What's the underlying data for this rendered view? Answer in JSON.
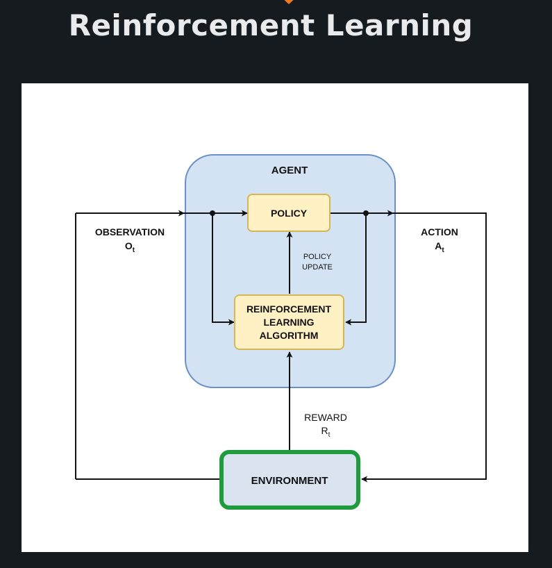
{
  "page": {
    "title": "Reinforcement Learning"
  },
  "diagram": {
    "agent_label": "AGENT",
    "policy_label": "POLICY",
    "algorithm_lines": [
      "REINFORCEMENT",
      "LEARNING",
      "ALGORITHM"
    ],
    "policy_update_lines": [
      "POLICY",
      "UPDATE"
    ],
    "observation": {
      "label": "OBSERVATION",
      "symbol": "O",
      "subscript": "t"
    },
    "action": {
      "label": "ACTION",
      "symbol": "A",
      "subscript": "t"
    },
    "reward": {
      "label": "REWARD",
      "symbol": "R",
      "subscript": "t"
    },
    "environment_label": "ENVIRONMENT"
  },
  "colors": {
    "background": "#161b20",
    "title": "#e8eaec",
    "accent": "#f07d1c",
    "agent_fill": "#d4e3f3",
    "agent_stroke": "#6a8fc7",
    "box_fill": "#fff1c4",
    "box_stroke": "#d6b656",
    "environment_stroke": "#1f9a3c",
    "line": "#111111"
  }
}
